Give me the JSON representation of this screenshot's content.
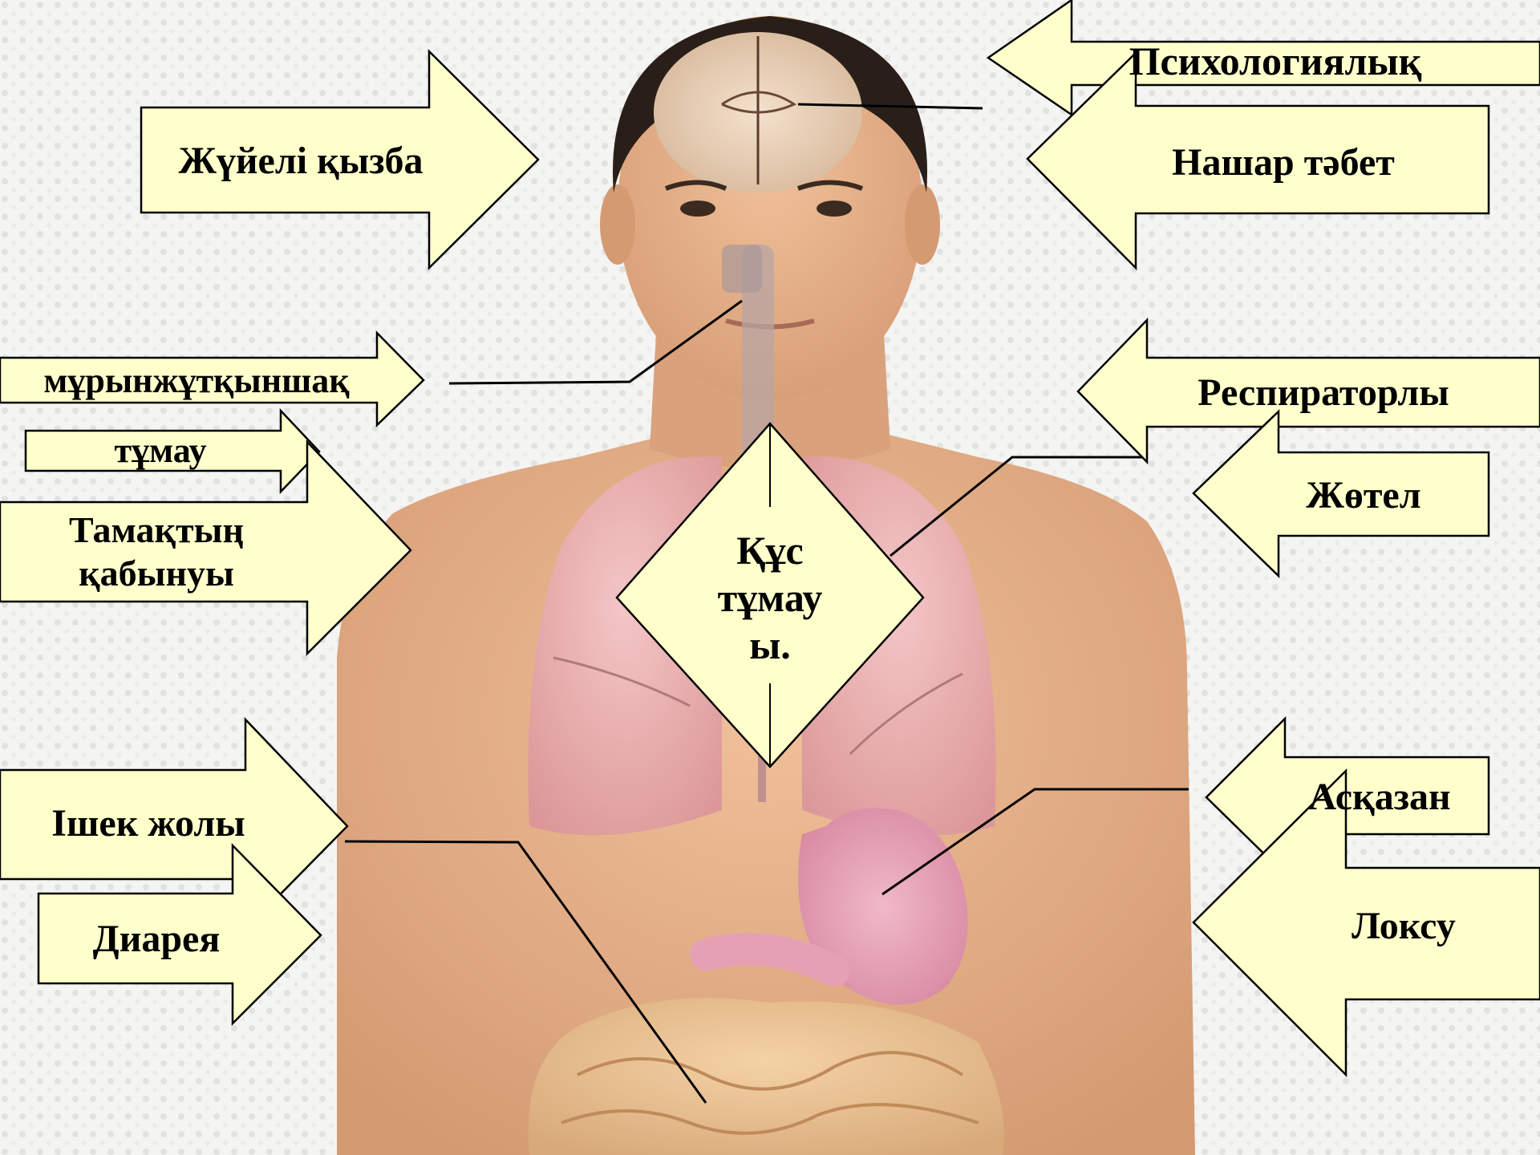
{
  "colors": {
    "callout_fill": "#ffffcc",
    "callout_stroke": "#000000",
    "skin": "#e7b28c",
    "lung": "#eeb4b4",
    "stomach": "#e6a0b4",
    "hair": "#2a1e18",
    "background": "#f4f4f2"
  },
  "diagram": {
    "center_label": "Құс тұмауы.",
    "center_lines": [
      "Құс",
      "тұмау",
      "ы."
    ],
    "callouts": {
      "systemic_fever": "Жүйелі қызба",
      "psychological": "Психологиялық",
      "poor_appetite": "Нашар тәбет",
      "nasopharynx": "мұрынжұтқыншақ",
      "flu": "тұмау",
      "throat_inflammation_line1": "Тамақтың",
      "throat_inflammation_line2": "қабынуы",
      "respiratory": "Респираторлы",
      "cough": "Жөтел",
      "intestinal_tract": "Ішек жолы",
      "diarrhea": "Диарея",
      "stomach": "Асқазан",
      "vomiting": "Локсу"
    }
  }
}
